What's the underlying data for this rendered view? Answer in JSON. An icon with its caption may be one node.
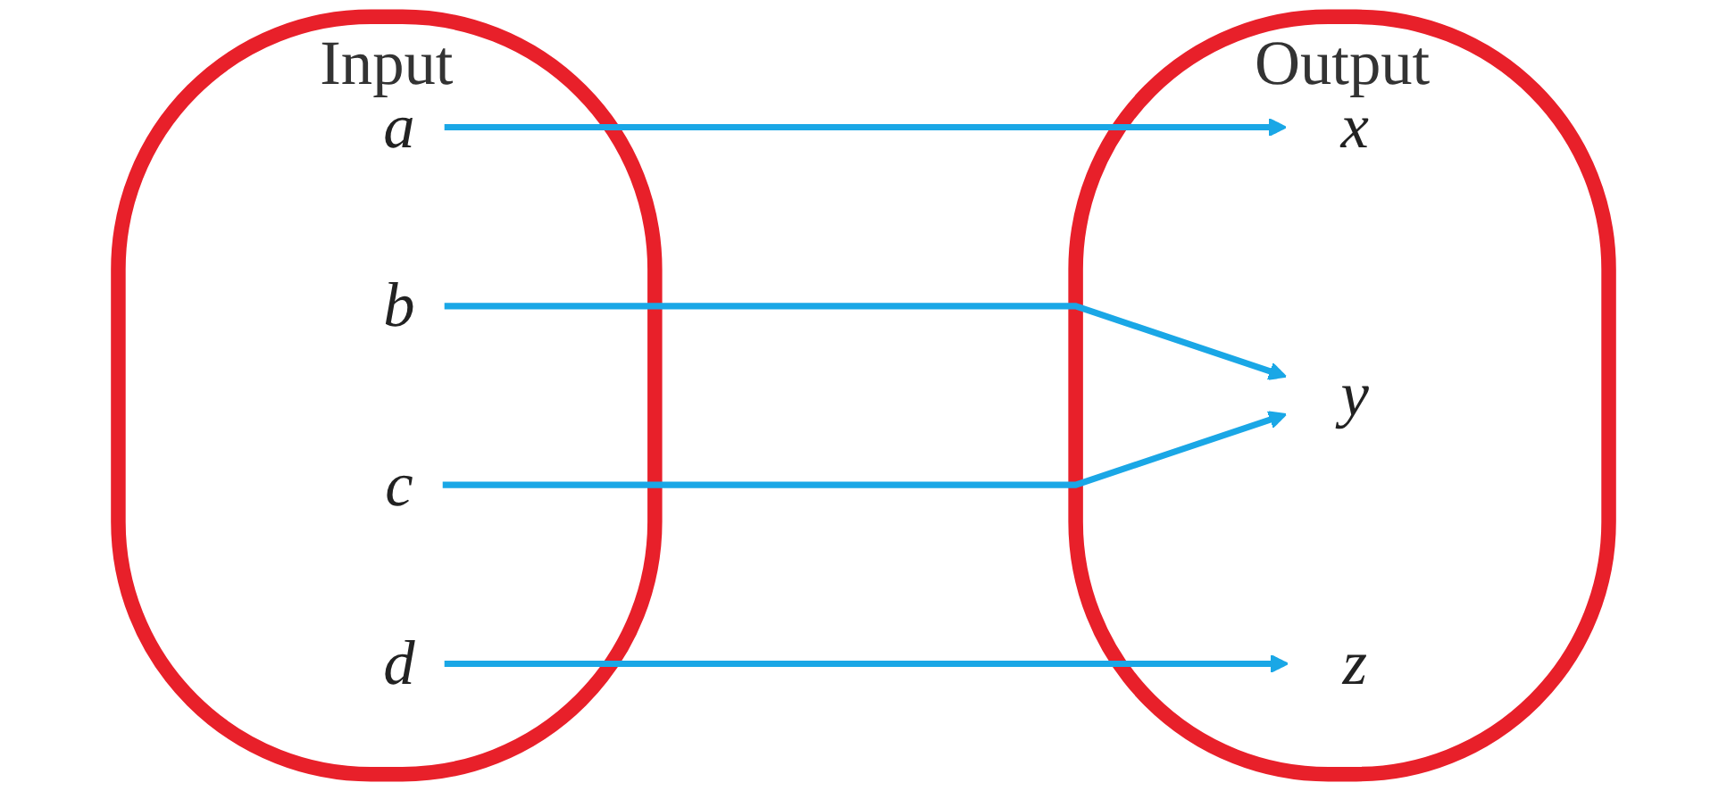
{
  "diagram": {
    "nodes": [
      {
        "text": [
          "Input"
        ]
      },
      {
        "text": [
          "a"
        ],
        "in": 0
      },
      {
        "text": [
          "b"
        ],
        "in": 0
      },
      {
        "text": [
          "c"
        ],
        "in": 0
      },
      {
        "text": [
          "d"
        ],
        "in": 0
      },
      {
        "text": [
          "Output"
        ]
      },
      {
        "text": [
          "x"
        ],
        "in": 5
      },
      {
        "text": [
          "y"
        ],
        "in": 5
      },
      {
        "text": [
          "z"
        ],
        "in": 5
      }
    ],
    "edges": [
      {
        "from": 1,
        "to": 6,
        "arrow": "to"
      },
      {
        "from": 2,
        "to": 7,
        "arrow": "to"
      },
      {
        "from": 3,
        "to": 7,
        "arrow": "to"
      },
      {
        "from": 4,
        "to": 8,
        "arrow": "to"
      }
    ]
  }
}
